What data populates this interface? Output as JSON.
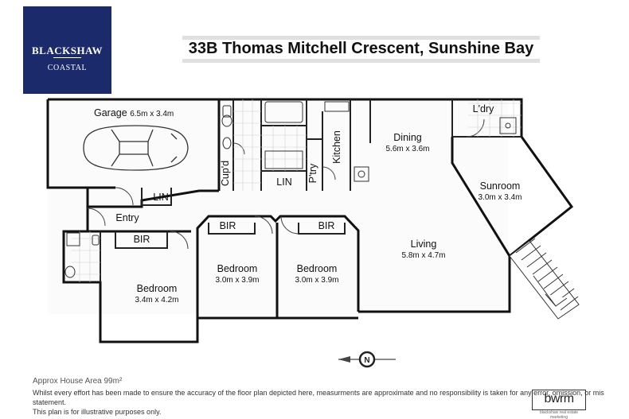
{
  "brand": {
    "name": "BLACKSHAW",
    "subtitle": "COASTAL"
  },
  "title": "33B Thomas Mitchell Crescent, Sunshine Bay",
  "rooms": {
    "garage": {
      "name": "Garage",
      "size": "6.5m x 3.4m"
    },
    "dining": {
      "name": "Dining",
      "size": "5.6m x 3.6m"
    },
    "sunroom": {
      "name": "Sunroom",
      "size": "3.0m x 3.4m"
    },
    "living": {
      "name": "Living",
      "size": "5.8m x 4.7m"
    },
    "bedroom1": {
      "name": "Bedroom",
      "size": "3.4m x 4.2m"
    },
    "bedroom2": {
      "name": "Bedroom",
      "size": "3.0m x 3.9m"
    },
    "bedroom3": {
      "name": "Bedroom",
      "size": "3.0m x 3.9m"
    }
  },
  "labels": {
    "laundry": "L'dry",
    "kitchen": "Kitchen",
    "pantry": "P'try",
    "cupboard": "Cup'd",
    "linen1": "LIN",
    "linen2": "LIN",
    "entry": "Entry",
    "bir1": "BIR",
    "bir2": "BIR",
    "bir3": "BIR"
  },
  "compass": "N",
  "footer": {
    "area": "Approx House Area 99m²",
    "disclaimer1": "Whilst every effort has been made to ensure the accuracy of the floor plan depicted here, measurments are approximate and no responsibility is taken for any error, omission, or mis statement.",
    "disclaimer2": "This plan is for illustrative purposes only."
  },
  "marketer": {
    "mark": "bwrm",
    "tagline": "blackshaw real estate marketing"
  }
}
